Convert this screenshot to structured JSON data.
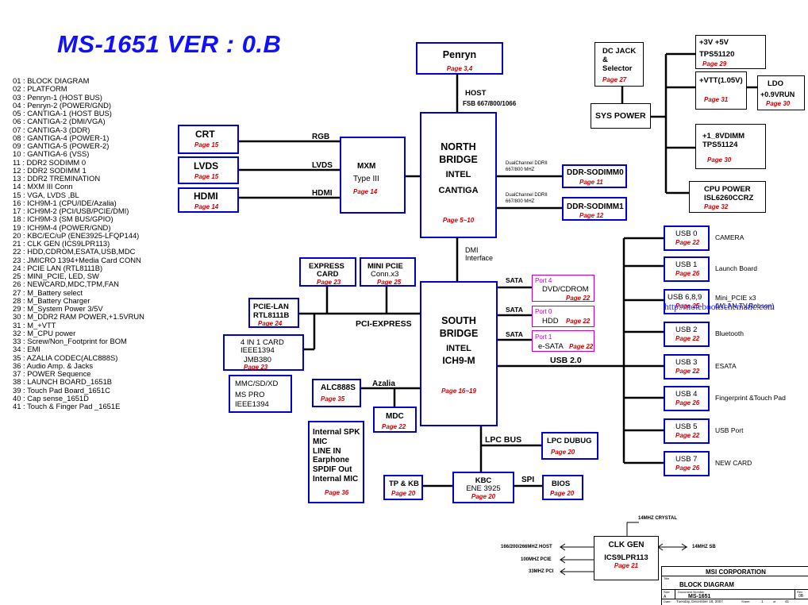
{
  "title": "MS-1651 VER : 0.B",
  "toc": [
    "01 : BLOCK DIAGRAM",
    "02 : PLATFORM",
    "03 : Penryn-1 (HOST BUS)",
    "04 : Penryn-2 (POWER/GND)",
    "05 : CANTIGA-1 (HOST BUS)",
    "06 : CANTIGA-2 (DMI/VGA)",
    "07 : CANTIGA-3 (DDR)",
    "08 : GANTIGA-4 (POWER-1)",
    "09 : GANTIGA-5 (POWER-2)",
    "10 : GANTIGA-6 (VSS)",
    "11 : DDR2 SODIMM 0",
    "12 : DDR2 SODIMM 1",
    "13 : DDR2 TREMINATION",
    "14 : MXM III Conn",
    "15 : VGA, LVDS ,BL",
    "16 : ICH9M-1 (CPU/IDE/Azalia)",
    "17 : ICH9M-2 (PCI/USB/PCIE/DMI)",
    "18 : ICH9M-3 (SM BUS/GPIO)",
    "19 : ICH9M-4 (POWER/GND)",
    "20 : KBC/EC/uP (ENE3925-LFQP144)",
    "21 : CLK GEN (ICS9LPR113)",
    "22 : HDD,CDROM,ESATA,USB,MDC",
    "23 : JMICRO 1394+Media Card CONN",
    "24 : PCIE LAN (RTL8111B)",
    "25 : MINI_PCIE, LED, SW",
    "26 : NEWCARD,MDC,TPM,FAN",
    "27 : M_Battery select",
    "28 : M_Battery Charger",
    "29 : M_System Power 3/5V",
    "30 : M_DDR2 RAM POWER,+1.5VRUN",
    "31 : M_+VTT",
    "32 : M_CPU power",
    "33 : Screw/Non_Footprint for BOM",
    "34 : EMI",
    "35 : AZALIA CODEC(ALC888S)",
    "36 : Audio Amp. & Jacks",
    "37 : POWER Sequence",
    "38 : LAUNCH BOARD_1651B",
    "39 : Touch Pad Board_1651C",
    "40 : Cap sense_1651D",
    "41 : Touch & Finger Pad _1651E"
  ],
  "cpu": {
    "name": "Penryn",
    "page": "Page 3,4"
  },
  "host": {
    "label": "HOST",
    "fsb": "FSB 667/800/1066"
  },
  "north_bridge": {
    "line1": "NORTH",
    "line2": "BRIDGE",
    "vendor": "INTEL",
    "chip": "CANTIGA",
    "page": "Page 5~10"
  },
  "video": [
    {
      "name": "CRT",
      "page": "Page 15",
      "bus": "RGB"
    },
    {
      "name": "LVDS",
      "page": "Page 15",
      "bus": "LVDS"
    },
    {
      "name": "HDMI",
      "page": "Page 14",
      "bus": "HDMI"
    }
  ],
  "mxm": {
    "line1": "MXM",
    "line2": "Type III",
    "page": "Page 14"
  },
  "ddr": [
    {
      "name": "DDR-SODIMM0",
      "page": "Page 11",
      "bus1": "DualChannel DDRII",
      "bus2": "667/800 MHZ"
    },
    {
      "name": "DDR-SODIMM1",
      "page": "Page 12",
      "bus1": "DualChannel DDRII",
      "bus2": "667/800 MHZ"
    }
  ],
  "power": {
    "dc_jack": {
      "l1": "DC JACK",
      "l2": "&",
      "l3": "Selector",
      "page": "Page 27"
    },
    "sys_power": "SYS POWER",
    "tps51120": {
      "l1": "+3V +5V",
      "l2": "TPS51120",
      "page": "Page 29"
    },
    "vtt": {
      "l1": "+VTT(1.05V)",
      "page": "Page 31"
    },
    "ldo": {
      "l1": "LDO",
      "l2": "+0.9VRUN",
      "page": "Page 30"
    },
    "vdimm": {
      "l1": "+1_8VDIMM",
      "l2": "TPS51124",
      "page": "Page 30"
    },
    "cpu_power": {
      "l1": "CPU POWER",
      "l2": "ISL6260CCRZ",
      "page": "Page 32"
    }
  },
  "dmi": {
    "l1": "DMI",
    "l2": "Interface"
  },
  "south_bridge": {
    "line1": "SOUTH",
    "line2": "BRIDGE",
    "vendor": "INTEL",
    "chip": "ICH9-M",
    "page": "Page 16~19"
  },
  "sata": [
    {
      "bus": "SATA",
      "port": "Port 4",
      "name": "DVD/CDROM",
      "page": "Page 22"
    },
    {
      "bus": "SATA",
      "port": "Port 0",
      "name": "HDD",
      "page": "Page 22"
    },
    {
      "bus": "SATA",
      "port": "Port 1",
      "name": "e-SATA",
      "page": "Page 22"
    }
  ],
  "usb_bus": "USB 2.0",
  "usb": [
    {
      "name": "USB 0",
      "page": "Page 22",
      "desc": "CAMERA"
    },
    {
      "name": "USB 1",
      "page": "Page 26",
      "desc": "Launch Board"
    },
    {
      "name": "USB 6,8,9",
      "page": "Page 25",
      "desc": "Mini_PCIE x3",
      "desc2": "(WLAN,TV,Robson)"
    },
    {
      "name": "USB 2",
      "page": "Page 22",
      "desc": "Bluetooth"
    },
    {
      "name": "USB 3",
      "page": "Page 22",
      "desc": "ESATA"
    },
    {
      "name": "USB 4",
      "page": "Page 26",
      "desc": "Fingerprint &Touch Pad"
    },
    {
      "name": "USB 5",
      "page": "Page 22",
      "desc": "USB Port"
    },
    {
      "name": "USB 7",
      "page": "Page 26",
      "desc": "NEW CARD"
    }
  ],
  "url": "http://notebookschematic.com",
  "pcie": {
    "bus": "PCI-EXPRESS",
    "express_card": {
      "l1": "EXPRESS",
      "l2": "CARD",
      "page": "Page 23"
    },
    "mini_pcie": {
      "l1": "MINI PCIE",
      "l2": "Conn.x3",
      "page": "Page 25"
    },
    "lan": {
      "l1": "PCIE-LAN",
      "l2": "RTL8111B",
      "page": "Page 24"
    },
    "card4in1": {
      "l1": "4 IN 1 CARD",
      "l2": "IEEE1394",
      "l3": "JMB380",
      "page": "Page 23"
    },
    "cardlist": [
      "MMC/SD/XD",
      "MS PRO",
      "IEEE1394"
    ]
  },
  "audio": {
    "bus": "Azalia",
    "codec": {
      "name": "ALC888S",
      "page": "Page 35"
    },
    "mdc": {
      "name": "MDC",
      "page": "Page 22"
    },
    "jacks": [
      "Internal SPK",
      "MIC",
      "LINE IN",
      "Earphone",
      "SPDIF Out",
      "Internal MIC"
    ],
    "jacks_page": "Page 36"
  },
  "lpc": {
    "bus": "LPC BUS",
    "debug": {
      "name": "LPC DUBUG",
      "page": "Page 20"
    },
    "kbc": {
      "l1": "KBC",
      "l2": "ENE 3925",
      "page": "Page 20"
    },
    "tpkb": {
      "name": "TP & KB",
      "page": "Page 20"
    },
    "spi": "SPI",
    "bios": {
      "name": "BIOS",
      "page": "Page 20"
    }
  },
  "clock": {
    "l1": "CLK GEN",
    "l2": "ICS9LPR113",
    "page": "Page 21",
    "crystal": "14MHZ CRYSTAL",
    "out_host": "166/200/266MHZ   HOST",
    "out_pcie": "100MHZ PCIE",
    "out_pci": "33MHZ PCI",
    "out_sb": "14MHZ  SB"
  },
  "titleblock": {
    "company": "MSI CORPORATION",
    "title_lbl": "Title",
    "title": "BLOCK DIAGRAM",
    "size_lbl": "Size",
    "docnum_lbl": "Document Number",
    "docnum": "MS-1651",
    "rev_lbl": "Rev",
    "rev": "0B",
    "date_lbl": "Date:",
    "date": "Tuesday, December 18, 2007",
    "sheet_lbl": "Sheet",
    "sheet": "1",
    "of_lbl": "of",
    "total": "41",
    "a": "A"
  }
}
